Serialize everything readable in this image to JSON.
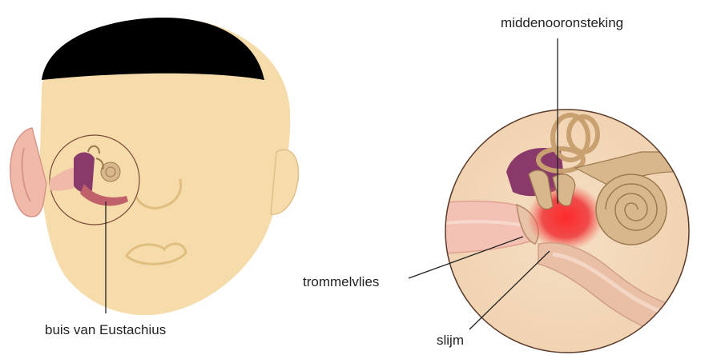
{
  "labels": {
    "eustachian_tube": "buis van Eustachius",
    "middle_ear_infection": "middenooronsteking",
    "eardrum": "trommelvlies",
    "mucus": "slijm"
  },
  "colors": {
    "skin": "#f5dcaa",
    "hair": "#000000",
    "ear_outer": "#f0b9a8",
    "inflammation": "#ff3030",
    "canal": "#f3c2b4",
    "bone": "#d9b78c",
    "tube": "#e8b4a0",
    "purple_tissue": "#8a3a6a"
  }
}
